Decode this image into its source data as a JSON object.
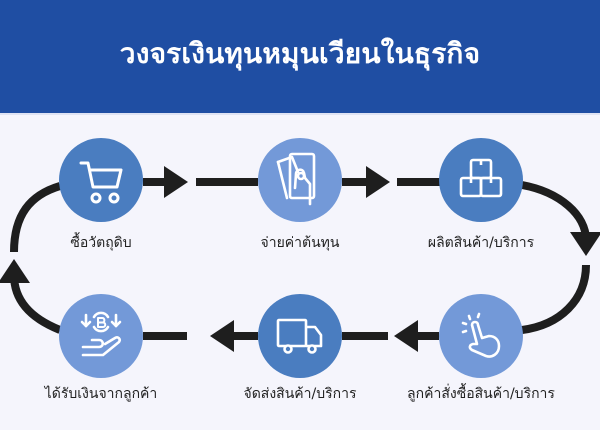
{
  "header": {
    "title": "วงจรเงินทุนหมุนเวียนในธุรกิจ",
    "background": "#1f4ea3",
    "text_color": "#ffffff"
  },
  "colors": {
    "page_background": "#f5f5fc",
    "node_dark": "#4a7dc0",
    "node_light": "#7399d8",
    "arrow": "#1e1e1e",
    "icon_stroke": "#ffffff"
  },
  "steps": [
    {
      "order": 1,
      "label": "ซื้อวัตถุดิบ",
      "icon": "shopping-cart-icon",
      "row": "top",
      "position": "left"
    },
    {
      "order": 2,
      "label": "จ่ายค่าต้นทุน",
      "icon": "hand-holding-cash-icon",
      "row": "top",
      "position": "center"
    },
    {
      "order": 3,
      "label": "ผลิตสินค้า/บริการ",
      "icon": "stacked-boxes-icon",
      "row": "top",
      "position": "right"
    },
    {
      "order": 4,
      "label": "ลูกค้าสั่งซื้อสินค้า/บริการ",
      "icon": "tap-hand-icon",
      "row": "bottom",
      "position": "right"
    },
    {
      "order": 5,
      "label": "จัดส่งสินค้า/บริการ",
      "icon": "delivery-truck-icon",
      "row": "bottom",
      "position": "center"
    },
    {
      "order": 6,
      "label": "ได้รับเงินจากลูกค้า",
      "icon": "receive-baht-icon",
      "row": "bottom",
      "position": "left"
    }
  ],
  "flow": {
    "direction": "clockwise",
    "sequence": [
      "ซื้อวัตถุดิบ",
      "จ่ายค่าต้นทุน",
      "ผลิตสินค้า/บริการ",
      "ลูกค้าสั่งซื้อสินค้า/บริการ",
      "จัดส่งสินค้า/บริการ",
      "ได้รับเงินจากลูกค้า",
      "ซื้อวัตถุดิบ"
    ]
  }
}
